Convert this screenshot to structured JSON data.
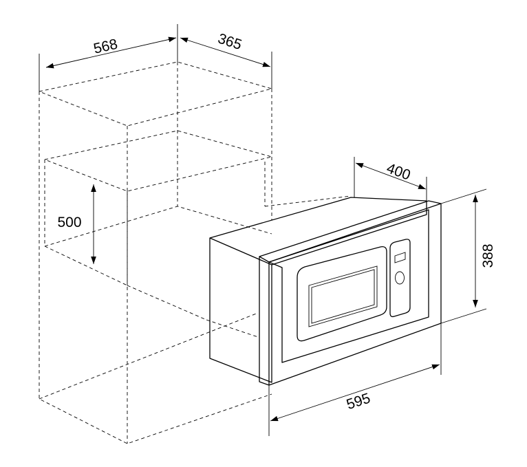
{
  "dimensions": {
    "cabinet_width": "568",
    "cabinet_depth": "365",
    "cabinet_height": "500",
    "frame_width": "595",
    "frame_height": "388",
    "oven_depth": "400"
  }
}
